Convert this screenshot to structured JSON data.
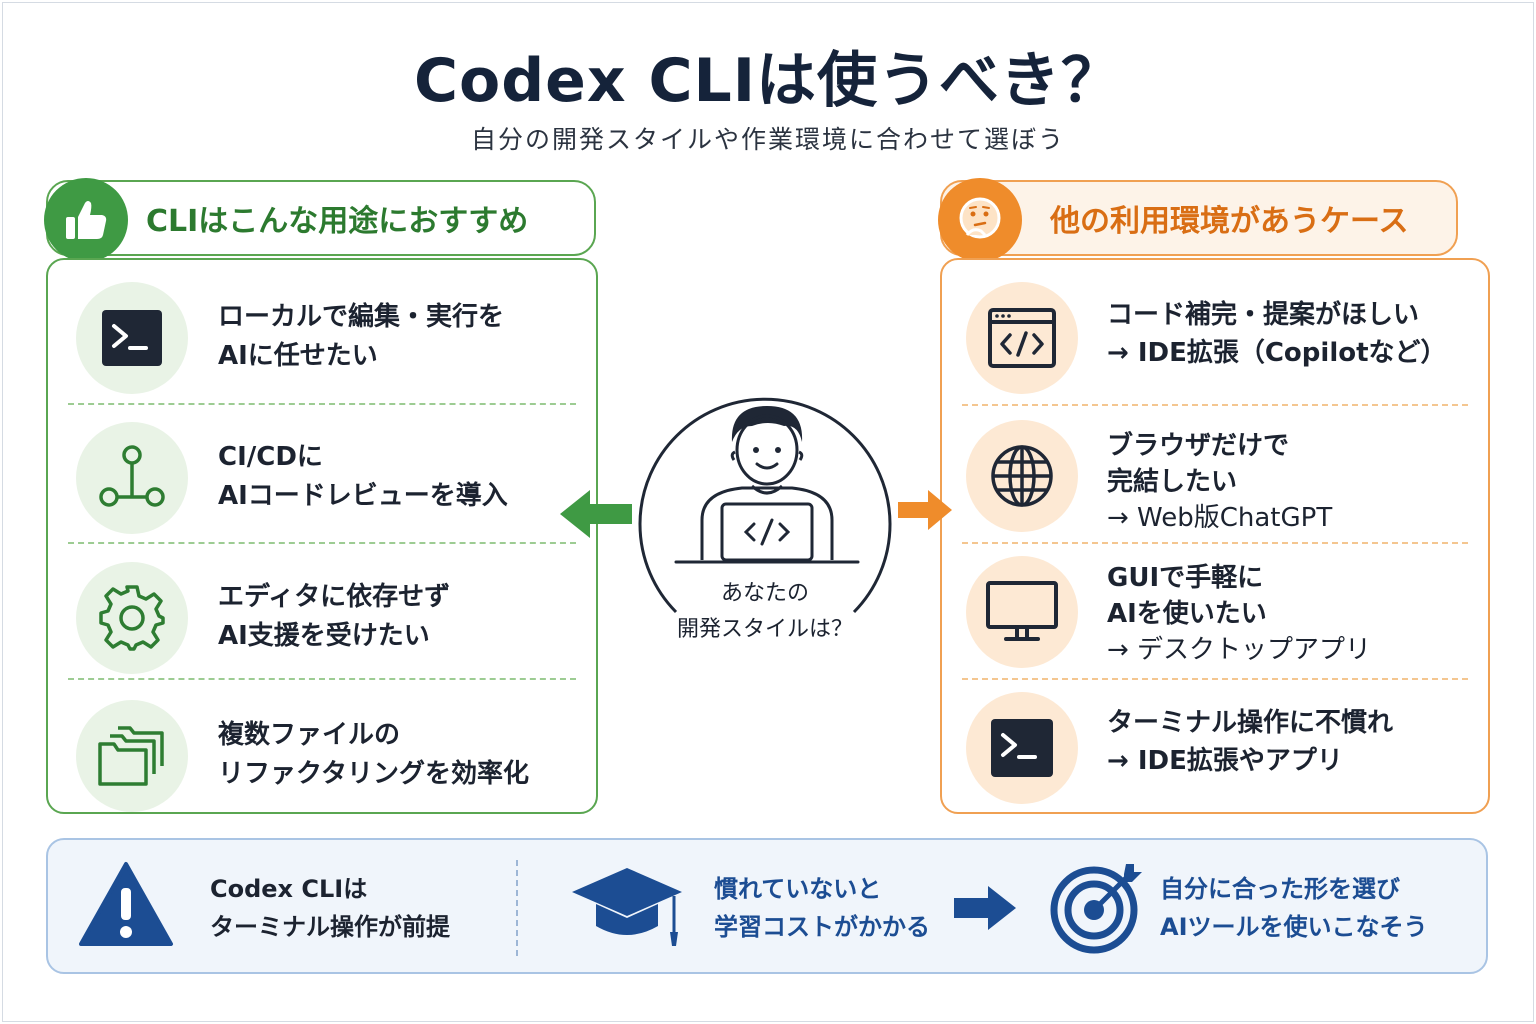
{
  "title": "Codex CLIは使うべき？",
  "subtitle": "自分の開発スタイルや作業環境に合わせて選ぼう",
  "left_panel": {
    "header": "CLIはこんな用途におすすめ",
    "header_icon": "thumbs-up-icon",
    "items": [
      {
        "icon": "terminal-icon",
        "line1": "ローカルで編集・実行を",
        "line2": "AIに任せたい"
      },
      {
        "icon": "git-branch-icon",
        "line1": "CI/CDに",
        "line2": "AIコードレビューを導入"
      },
      {
        "icon": "gear-icon",
        "line1": "エディタに依存せず",
        "line2": "AI支援を受けたい"
      },
      {
        "icon": "folders-icon",
        "line1": "複数ファイルの",
        "line2": "リファクタリングを効率化"
      }
    ]
  },
  "right_panel": {
    "header": "他の利用環境があうケース",
    "header_icon": "thinking-face-icon",
    "items": [
      {
        "icon": "code-window-icon",
        "line1": "コード補完・提案がほしい",
        "line2": "→ IDE拡張（Copilotなど）"
      },
      {
        "icon": "globe-icon",
        "line1": "ブラウザだけで",
        "line2": "完結したい",
        "line3": "→ Web版ChatGPT"
      },
      {
        "icon": "monitor-icon",
        "line1": "GUIで手軽に",
        "line2": "AIを使いたい",
        "line3": "→ デスクトップアプリ"
      },
      {
        "icon": "terminal-icon",
        "line1": "ターミナル操作に不慣れ",
        "line2": "→ IDE拡張やアプリ"
      }
    ]
  },
  "center": {
    "icon": "developer-laptop-icon",
    "line1": "あなたの",
    "line2": "開発スタイルは？"
  },
  "banner": {
    "warning": {
      "icon": "warning-icon",
      "line1": "Codex CLIは",
      "line2": "ターミナル操作が前提"
    },
    "learning": {
      "icon": "graduation-cap-icon",
      "line1": "慣れていないと",
      "line2": "学習コストがかかる"
    },
    "goal": {
      "icon": "target-icon",
      "line1": "自分に合った形を選び",
      "line2": "AIツールを使いこなそう"
    }
  },
  "colors": {
    "green": "#3f9a44",
    "orange": "#ef8c2b",
    "navy": "#15233a",
    "blue": "#1c4d93"
  }
}
